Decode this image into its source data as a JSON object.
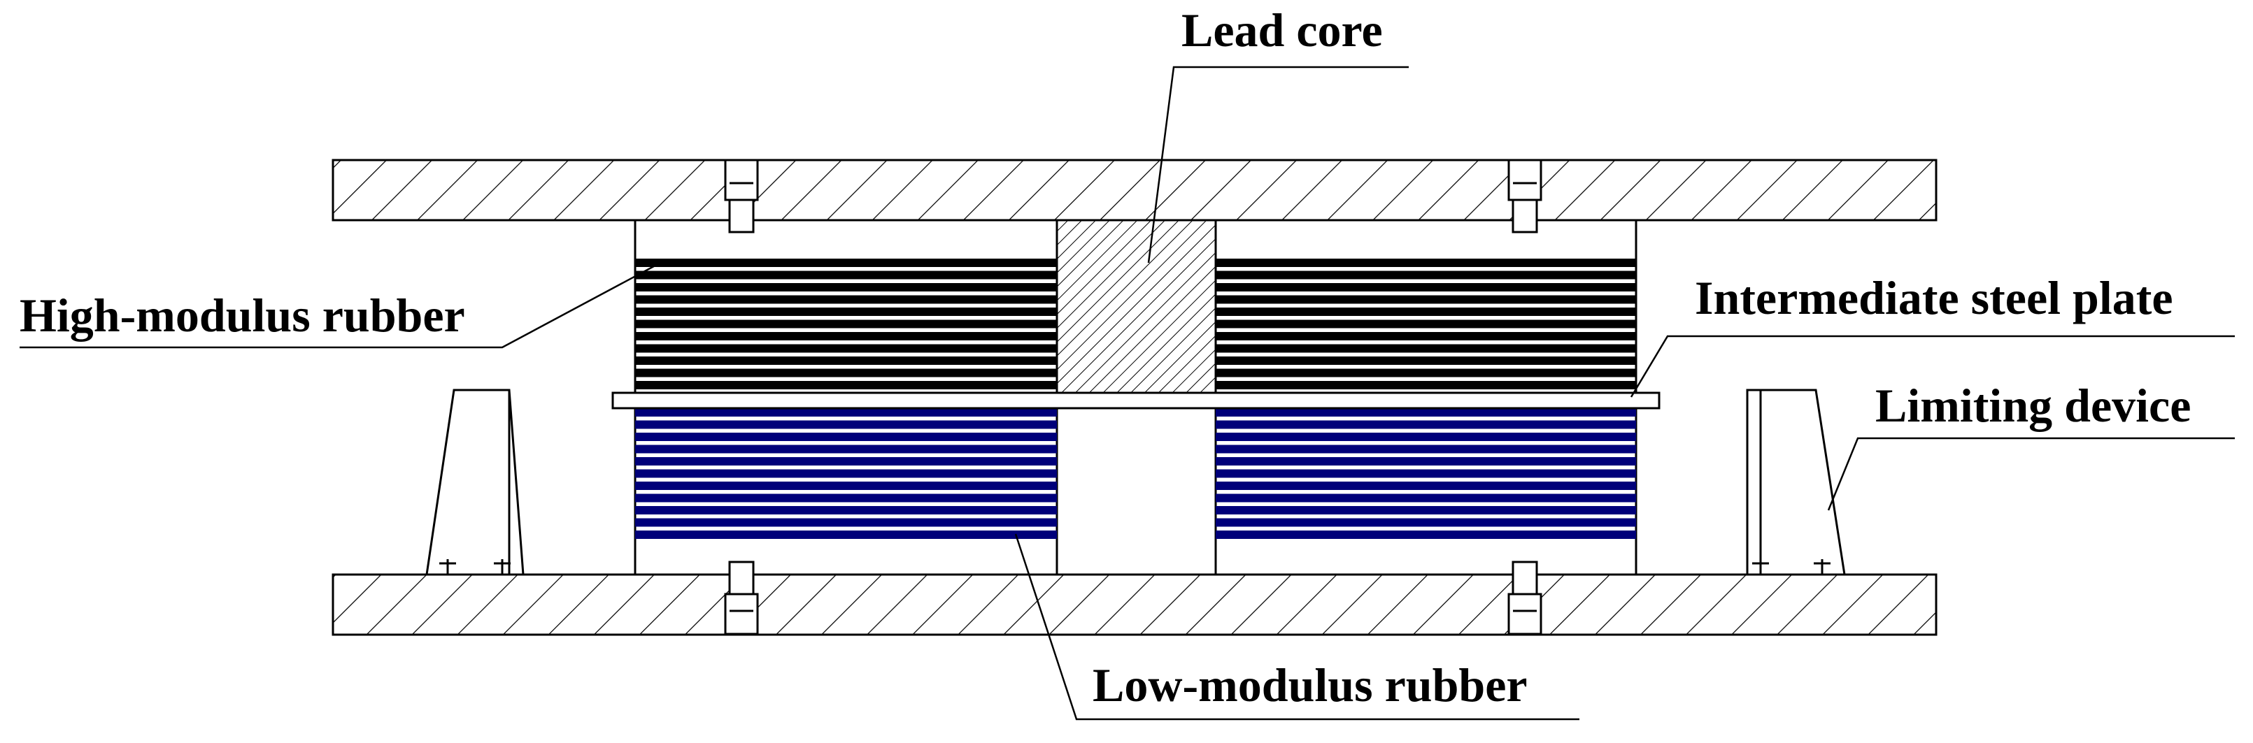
{
  "labels": {
    "lead_core": "Lead core",
    "high_modulus_rubber": "High-modulus rubber",
    "intermediate_steel_plate": "Intermediate steel plate",
    "limiting_device": "Limiting device",
    "low_modulus_rubber": "Low-modulus rubber"
  },
  "colors": {
    "line": "#000000",
    "high_modulus_rubber": "#000000",
    "low_modulus_rubber": "#00007a",
    "background": "#ffffff"
  }
}
